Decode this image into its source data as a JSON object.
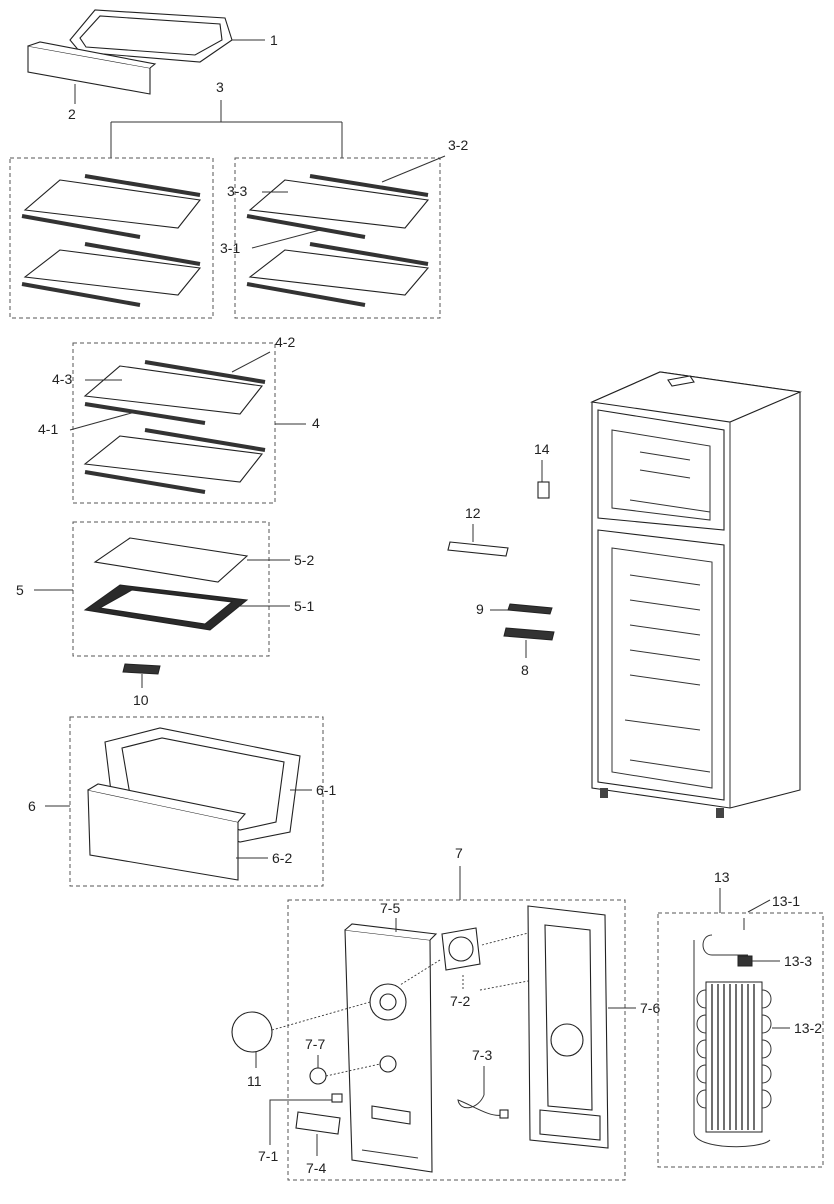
{
  "labels": {
    "p1": "1",
    "p2": "2",
    "p3": "3",
    "p3_1": "3-1",
    "p3_2": "3-2",
    "p3_3": "3-3",
    "p4": "4",
    "p4_1": "4-1",
    "p4_2": "4-2",
    "p4_3": "4-3",
    "p5": "5",
    "p5_1": "5-1",
    "p5_2": "5-2",
    "p6": "6",
    "p6_1": "6-1",
    "p6_2": "6-2",
    "p7": "7",
    "p7_1": "7-1",
    "p7_2": "7-2",
    "p7_3": "7-3",
    "p7_4": "7-4",
    "p7_5": "7-5",
    "p7_6": "7-6",
    "p7_7": "7-7",
    "p8": "8",
    "p9": "9",
    "p10": "10",
    "p11": "11",
    "p12": "12",
    "p13": "13",
    "p13_1": "13-1",
    "p13_2": "13-2",
    "p13_3": "13-3",
    "p14": "14"
  }
}
